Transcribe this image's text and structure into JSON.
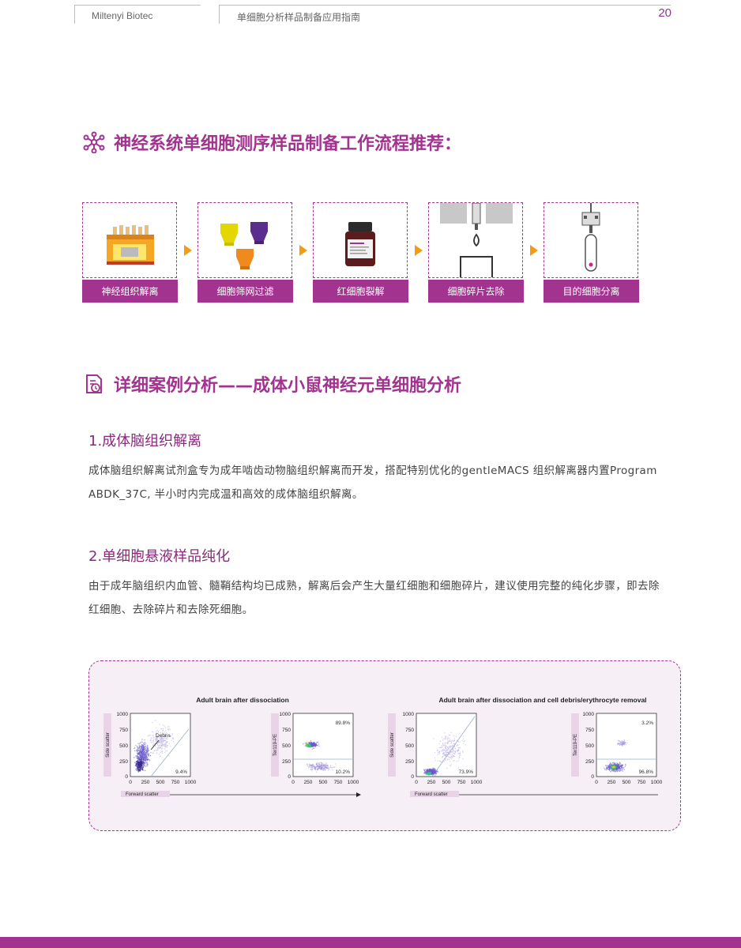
{
  "header": {
    "company": "Miltenyi Biotec",
    "doc_title": "单细胞分析样品制备应用指南",
    "page_number": "20"
  },
  "section1": {
    "title": "神经系统单细胞测序样品制备工作流程推荐：",
    "icon": "molecule-icon",
    "steps": [
      {
        "label": "神经组织解离",
        "icon": "dissociator-tubes-icon"
      },
      {
        "label": "细胞筛网过滤",
        "icon": "filter-cups-icon"
      },
      {
        "label": "红细胞裂解",
        "icon": "reagent-bottle-icon"
      },
      {
        "label": "细胞碎片去除",
        "icon": "centrifuge-drop-icon"
      },
      {
        "label": "目的细胞分离",
        "icon": "separation-column-icon"
      }
    ]
  },
  "section2": {
    "title": "详细案例分析——成体小鼠神经元单细胞分析",
    "icon": "document-clock-icon",
    "sub1": {
      "title": "1.成体脑组织解离",
      "text": "成体脑组织解离试剂盒专为成年啮齿动物脑组织解离而开发，搭配特别优化的gentleMACS 组织解离器内置Program ABDK_37C, 半小时内完成温和高效的成体脑组织解离。"
    },
    "sub2": {
      "title": "2.单细胞悬液样品纯化",
      "text": "由于成年脑组织内血管、髓鞘结构均已成熟，解离后会产生大量红细胞和细胞碎片，建议使用完整的纯化步骤，即去除红细胞、去除碎片和去除死细胞。"
    }
  },
  "figure": {
    "panels": [
      {
        "title": "Adult brain after dissociation",
        "plots": [
          {
            "ylabel": "Side scatter",
            "annotation": "Debris",
            "pcts": [
              "9.4%"
            ]
          },
          {
            "ylabel": "Ter119-PE",
            "pcts": [
              "89.8%",
              "10.2%"
            ]
          }
        ],
        "xlabel": "Forward scatter"
      },
      {
        "title": "Adult brain after dissociation and cell debris/erythrocyte removal",
        "plots": [
          {
            "ylabel": "Side scatter",
            "pcts": [
              "73.9%"
            ]
          },
          {
            "ylabel": "Ter119-PE",
            "pcts": [
              "3.2%",
              "96.8%"
            ]
          }
        ],
        "xlabel": "Forward scatter"
      }
    ],
    "ticks": [
      "0",
      "250",
      "500",
      "750",
      "1000"
    ]
  },
  "colors": {
    "brand": "#a2338f",
    "arrow": "#f39c12"
  }
}
